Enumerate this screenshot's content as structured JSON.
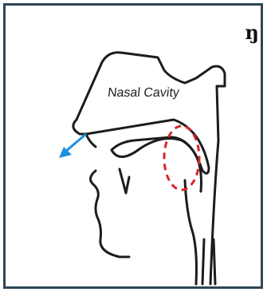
{
  "phoneme_symbol": "ŋ",
  "labels": {
    "nasal_cavity": "Nasal Cavity"
  },
  "colors": {
    "frame": "#2f4656",
    "outline": "#1c1c1c",
    "airflow_arrow": "#1e8fe0",
    "contact_marker": "#d7262b"
  },
  "airflow_direction": "out-through-nose"
}
